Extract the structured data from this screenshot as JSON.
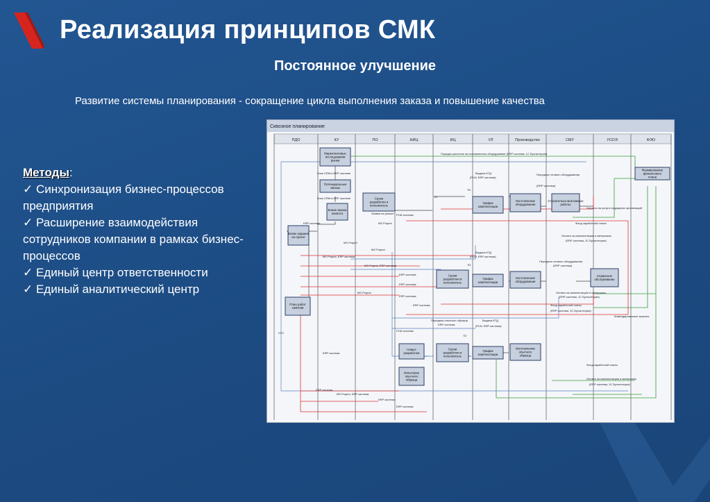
{
  "slide": {
    "title": "Реализация принципов СМК",
    "subtitle": "Постоянное улучшение",
    "caption": "Развитие системы  планирования  -  сокращение цикла выполнения заказа и повышение качества"
  },
  "methods": {
    "heading": "Методы",
    "heading_suffix": ":",
    "items": [
      "✓  Синхронизация бизнес-процессов предприятия",
      "✓ Расширение взаимодействия сотрудников компании в рамках бизнес-процессов",
      "✓ Единый центр ответственности",
      "✓ Единый аналитический центр"
    ]
  },
  "diagram": {
    "title": "Сквозное планирование",
    "columns": [
      "ПДО",
      "КУ",
      "ПО",
      "НИЦ",
      "ИЦ",
      "УЛ",
      "Производство",
      "СМУ",
      "УСОЭ",
      "ФЭО"
    ],
    "boxes": {
      "market": "Маркетинговые исследования рынка",
      "potential": "Потенциальные заказы",
      "blank_client": "Бланк заказа клиента",
      "blank_project": "Бланк задания на проект",
      "plan_nipom": "План работ НИПОМ",
      "terms1": "Сроки разработки и исполнитель",
      "terms2": "Сроки разработки и исполнитель",
      "terms3": "Сроки разработки и исполнитель",
      "schedule1": "График комплектации",
      "schedule2": "График комплектации",
      "schedule3": "График комплектации",
      "make1": "Изготовление оборудования",
      "make2": "Изготовление оборудования",
      "make3": "Изготовление опытного образца",
      "construct": "Строительно-монтажные работы",
      "service": "Сервисное обслуживание",
      "finplan": "Формирование финансового плана",
      "newdev": "Новые разработки",
      "test": "Испытание опытного образца"
    },
    "labels": {
      "erp": "ERP система",
      "msp": "MS Project",
      "msp_erp": "MS Project, ERP система",
      "crm": "Блок CRM в ERP системе",
      "plm": "PLM система",
      "transfer": "Передача опытного образца",
      "ktd": "Выдача КТД",
      "plm_erp": "(PLM, ERP система)",
      "ready": "Передача готового оборудования",
      "ready_erp": "(ERP система)",
      "requests": "Заявки на ремонт",
      "order": "Порядок расчетов на поставленное оборудование (ERP система, 1С Бухгалтерия)",
      "pay": "Оплата за комплектацию и материалы",
      "pay_sys": "(ERP система, 1С Бухгалтерия)",
      "salary": "Фонд заработной платы",
      "costs": "Затраты на услуги подрядных организаций",
      "travel": "Командировочные затраты",
      "ntc": "НТС",
      "to": "ТО"
    }
  }
}
